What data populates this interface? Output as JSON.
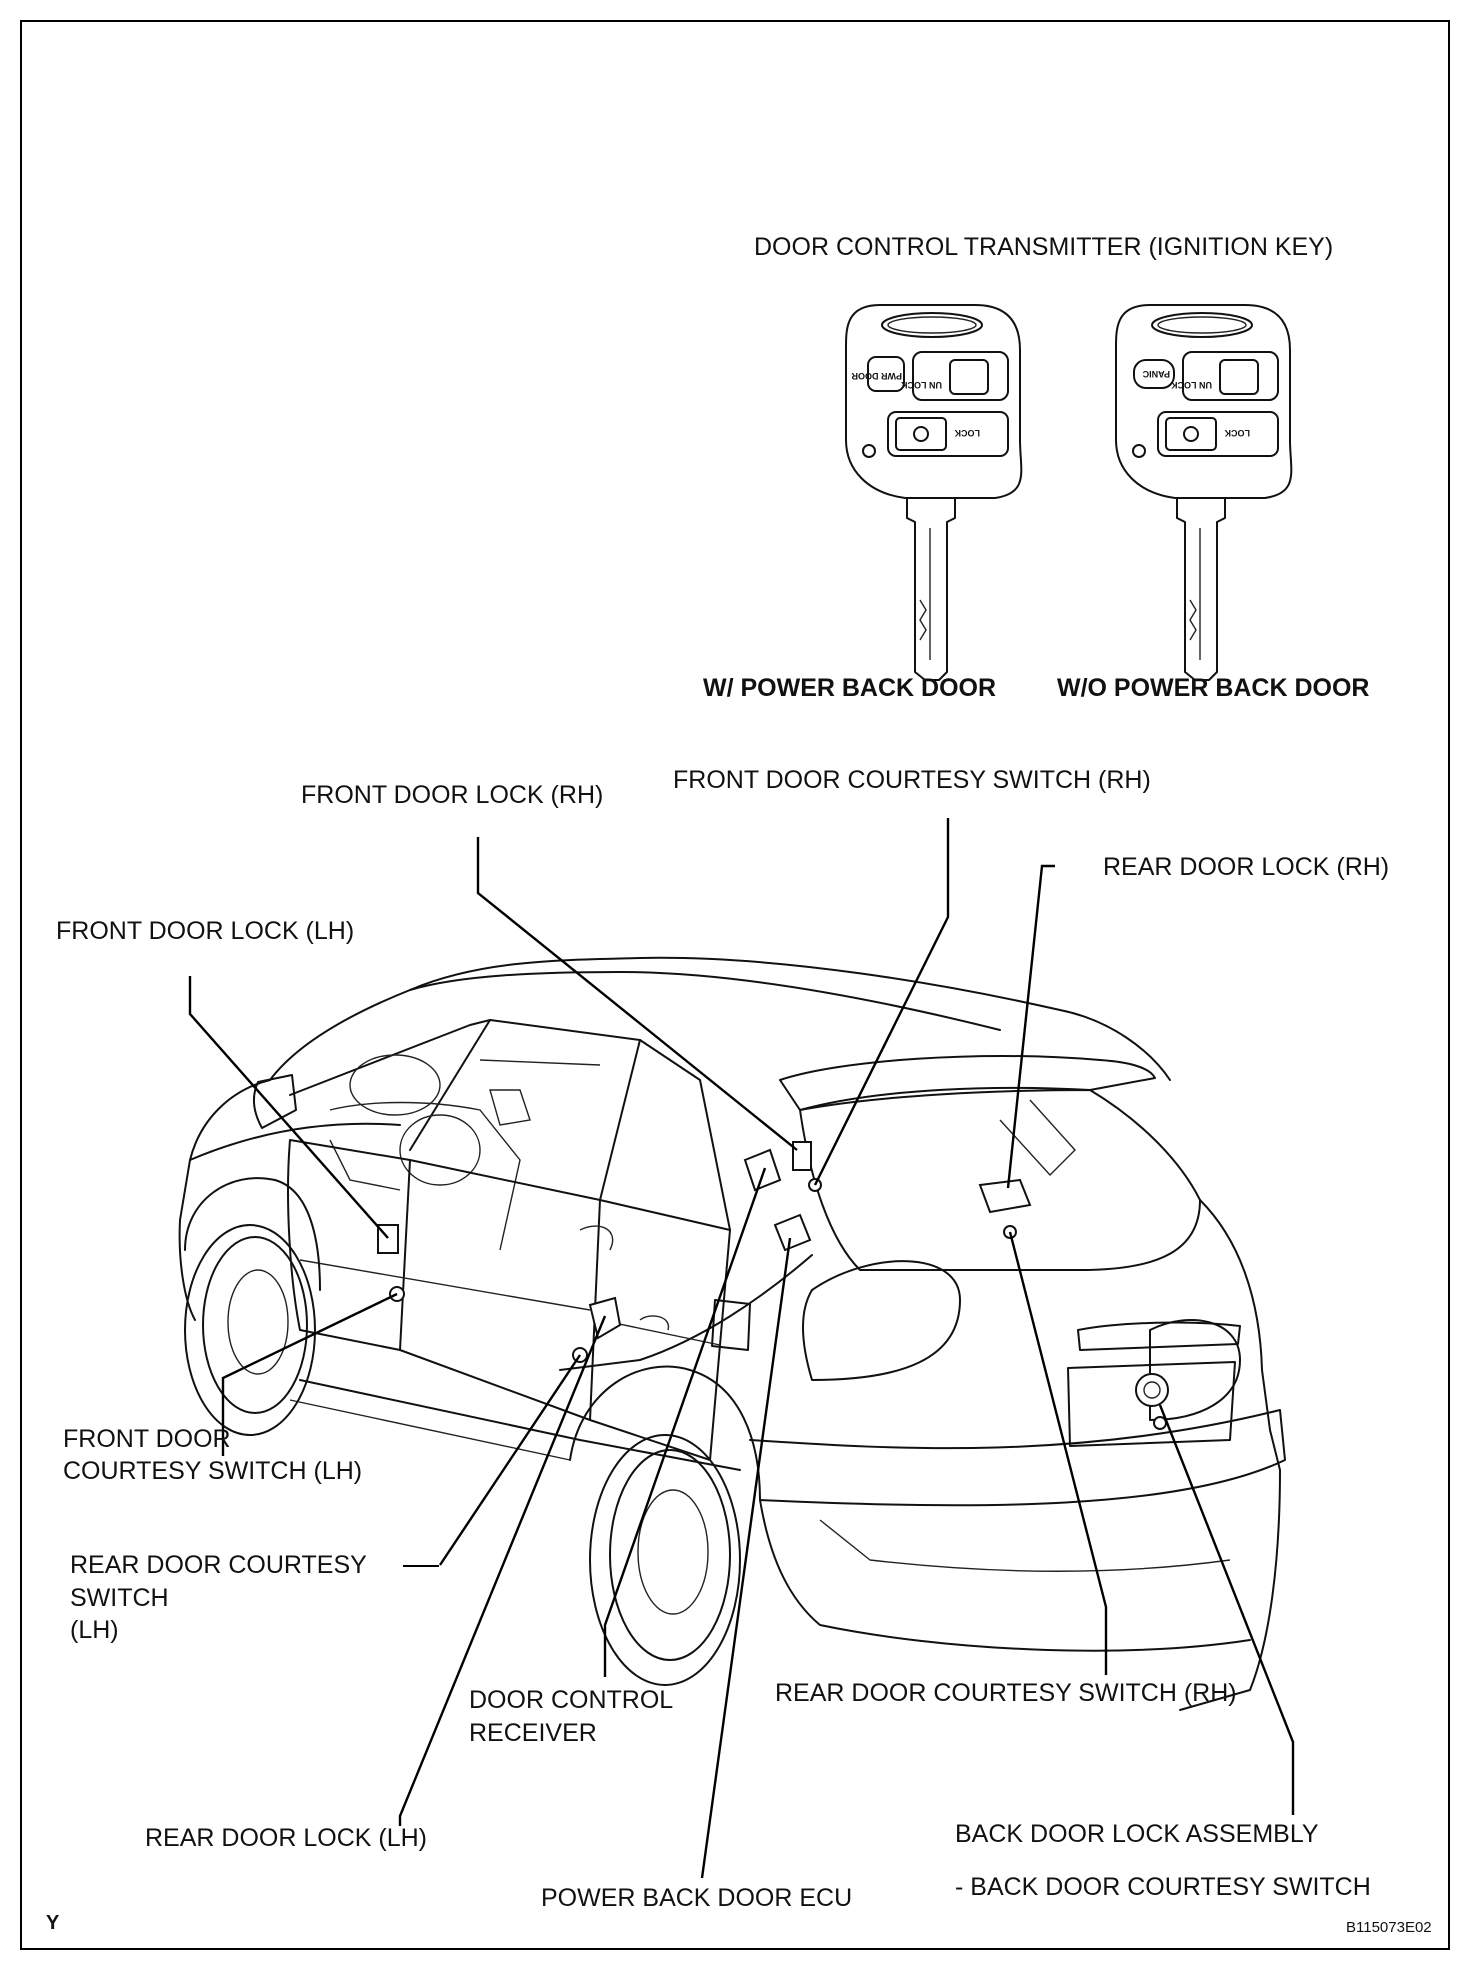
{
  "diagram": {
    "title": "DOOR CONTROL TRANSMITTER (IGNITION KEY)",
    "keys": [
      {
        "caption": "W/ POWER BACK DOOR",
        "buttons": {
          "aux": "PWR DOOR",
          "unlock": "UN LOCK",
          "lock": "LOCK"
        }
      },
      {
        "caption": "W/O POWER BACK DOOR",
        "buttons": {
          "aux": "PANIC",
          "unlock": "UN LOCK",
          "lock": "LOCK"
        }
      }
    ],
    "labels": {
      "front_door_lock_rh": "FRONT DOOR LOCK (RH)",
      "front_door_courtesy_switch_rh": "FRONT DOOR COURTESY SWITCH  (RH)",
      "rear_door_lock_rh": "REAR DOOR LOCK (RH)",
      "front_door_lock_lh": "FRONT DOOR LOCK (LH)",
      "front_door_courtesy_switch_lh_line1": "FRONT DOOR",
      "front_door_courtesy_switch_lh_line2": "COURTESY SWITCH (LH)",
      "rear_door_courtesy_switch_lh_line1": "REAR DOOR COURTESY",
      "rear_door_courtesy_switch_lh_line2": "SWITCH",
      "rear_door_courtesy_switch_lh_line3": "(LH)",
      "door_control_receiver_line1": "DOOR CONTROL",
      "door_control_receiver_line2": "RECEIVER",
      "rear_door_courtesy_switch_rh": "REAR DOOR COURTESY SWITCH (RH)",
      "rear_door_lock_lh": "REAR DOOR LOCK (LH)",
      "back_door_lock_assembly": "BACK DOOR LOCK ASSEMBLY",
      "back_door_courtesy_switch": "- BACK DOOR COURTESY SWITCH",
      "power_back_door_ecu": "POWER BACK DOOR ECU"
    },
    "footer": {
      "corner_mark": "Y",
      "figure_code": "B115073E02"
    }
  }
}
